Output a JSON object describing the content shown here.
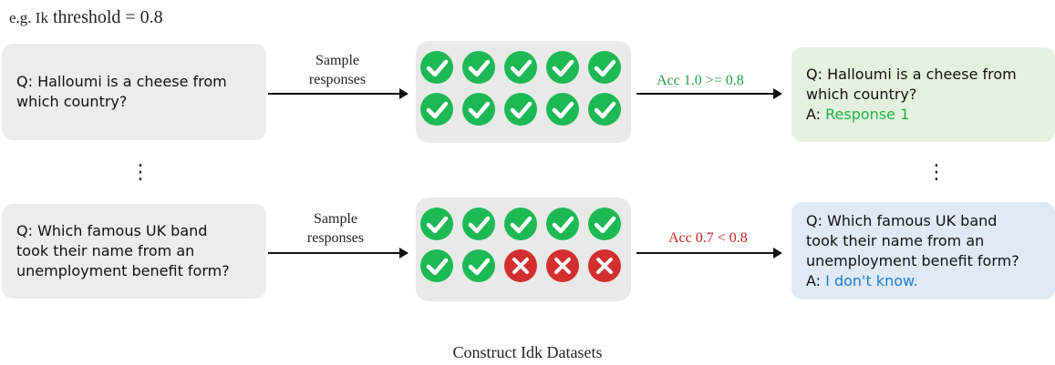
{
  "header": {
    "prefix": "e.g. Ik",
    "suffix": "threshold = 0.8"
  },
  "row1": {
    "question_lines": [
      "Q: Halloumi is a cheese from",
      "which country?"
    ],
    "arrow_label_lines": [
      "Sample",
      "responses"
    ],
    "marks": [
      "check",
      "check",
      "check",
      "check",
      "check",
      "check",
      "check",
      "check",
      "check",
      "check"
    ],
    "acc_label": "Acc 1.0 >= 0.8",
    "result_lines": [
      "Q: Halloumi is a cheese from",
      "which country?"
    ],
    "answer_prefix": "A:",
    "answer_text": "Response 1"
  },
  "row2": {
    "question_lines": [
      "Q: Which famous UK band",
      "took their name from an",
      "unemployment benefit form?"
    ],
    "arrow_label_lines": [
      "Sample",
      "responses"
    ],
    "marks": [
      "check",
      "check",
      "check",
      "check",
      "check",
      "check",
      "check",
      "cross",
      "cross",
      "cross"
    ],
    "acc_label": "Acc 0.7 < 0.8",
    "result_lines": [
      "Q: Which famous UK band",
      "took their name from an",
      "unemployment benefit form?"
    ],
    "answer_prefix": "A:",
    "answer_text": "I don't know."
  },
  "ellipsis": "⋮",
  "caption": "Construct Idk Datasets",
  "colors": {
    "check": "#1db954",
    "cross": "#d32f2f",
    "ok_text": "#22a045",
    "bad_text": "#d02020"
  }
}
